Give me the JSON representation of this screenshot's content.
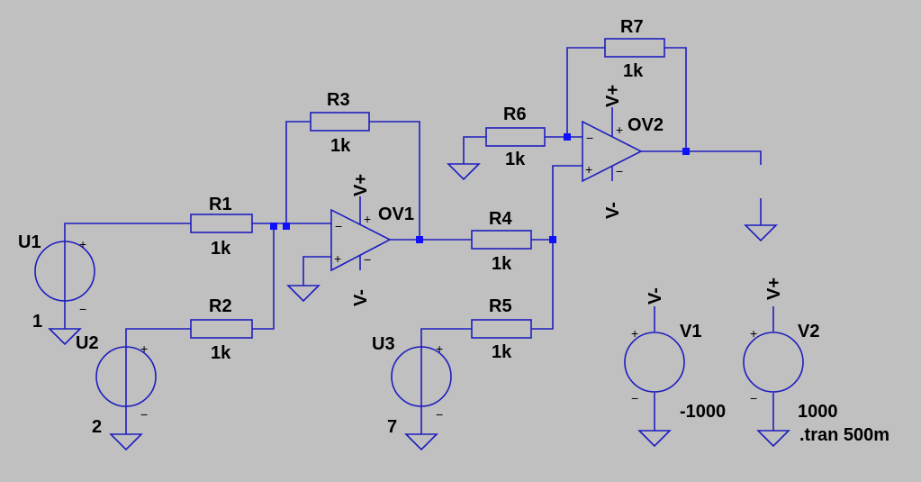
{
  "resistors": {
    "r1": {
      "name": "R1",
      "value": "1k"
    },
    "r2": {
      "name": "R2",
      "value": "1k"
    },
    "r3": {
      "name": "R3",
      "value": "1k"
    },
    "r4": {
      "name": "R4",
      "value": "1k"
    },
    "r5": {
      "name": "R5",
      "value": "1k"
    },
    "r6": {
      "name": "R6",
      "value": "1k"
    },
    "r7": {
      "name": "R7",
      "value": "1k"
    }
  },
  "sources": {
    "u1": {
      "name": "U1",
      "value": "1"
    },
    "u2": {
      "name": "U2",
      "value": "2"
    },
    "u3": {
      "name": "U3",
      "value": "7"
    },
    "v1": {
      "name": "V1",
      "value": "-1000"
    },
    "v2": {
      "name": "V2",
      "value": "1000"
    }
  },
  "opamps": {
    "ov1": {
      "name": "OV1"
    },
    "ov2": {
      "name": "OV2"
    }
  },
  "rails": {
    "positive": "V+",
    "negative": "V-"
  },
  "pins": {
    "plus": "+",
    "minus": "−"
  },
  "directive": ".tran 500m",
  "colors": {
    "background": "#c0c0c0",
    "wire": "#1d1dbf",
    "junction": "#1010ff"
  }
}
